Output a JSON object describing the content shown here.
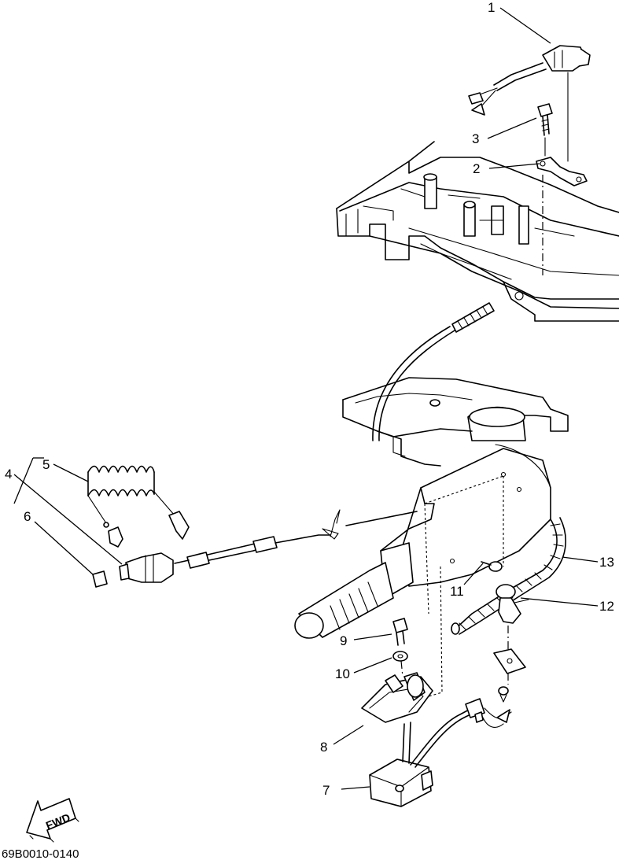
{
  "diagram": {
    "callouts": [
      {
        "id": "1",
        "label": "1"
      },
      {
        "id": "2",
        "label": "2"
      },
      {
        "id": "3",
        "label": "3"
      },
      {
        "id": "4",
        "label": "4"
      },
      {
        "id": "5",
        "label": "5"
      },
      {
        "id": "6",
        "label": "6"
      },
      {
        "id": "7",
        "label": "7"
      },
      {
        "id": "8",
        "label": "8"
      },
      {
        "id": "9",
        "label": "9"
      },
      {
        "id": "10",
        "label": "10"
      },
      {
        "id": "11",
        "label": "11"
      },
      {
        "id": "12",
        "label": "12"
      },
      {
        "id": "13",
        "label": "13"
      }
    ],
    "fwd_label": "FWD",
    "drawing_code": "69B0010-0140"
  }
}
